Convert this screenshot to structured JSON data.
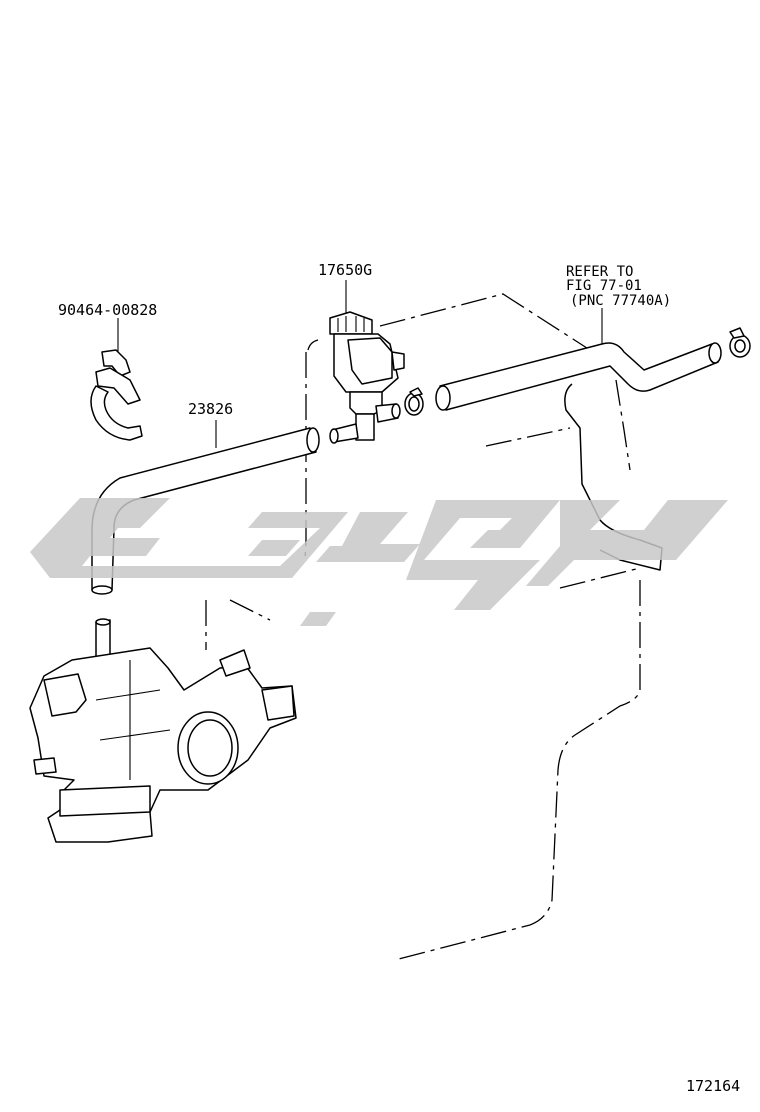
{
  "labels": {
    "part_17650g": "17650G",
    "part_90464": "90464-00828",
    "part_23826": "23826",
    "refer_line1": "REFER TO",
    "refer_line2": "FIG 77-01",
    "refer_line3": "(PNC 77740A)",
    "figure_number": "172164"
  },
  "colors": {
    "line": "#000000",
    "watermark": "#c8c8c8",
    "background": "#ffffff"
  },
  "icons": {
    "watermark": "brand-logo-watermark"
  }
}
